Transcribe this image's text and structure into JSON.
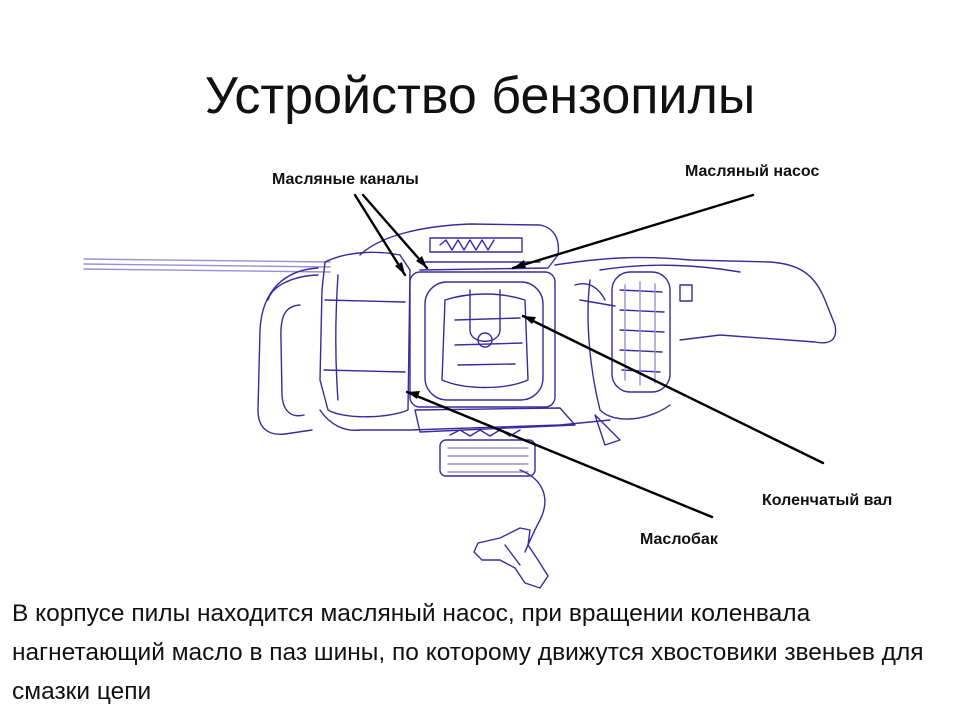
{
  "slide": {
    "title": "Устройство бензопилы",
    "caption": "В корпусе пилы находится масляный насос, при вращении коленвала нагнетающий масло в паз шины, по которому движутся хвостовики звеньев для смазки цепи"
  },
  "labels": {
    "oil_channels": "Масляные каналы",
    "oil_pump": "Масляный насос",
    "crankshaft": "Коленчатый вал",
    "oil_tank": "Маслобак"
  },
  "colors": {
    "drawing": "#3a2aa0",
    "drawing_light": "#9890d0",
    "leader": "#000000",
    "text": "#111111"
  }
}
